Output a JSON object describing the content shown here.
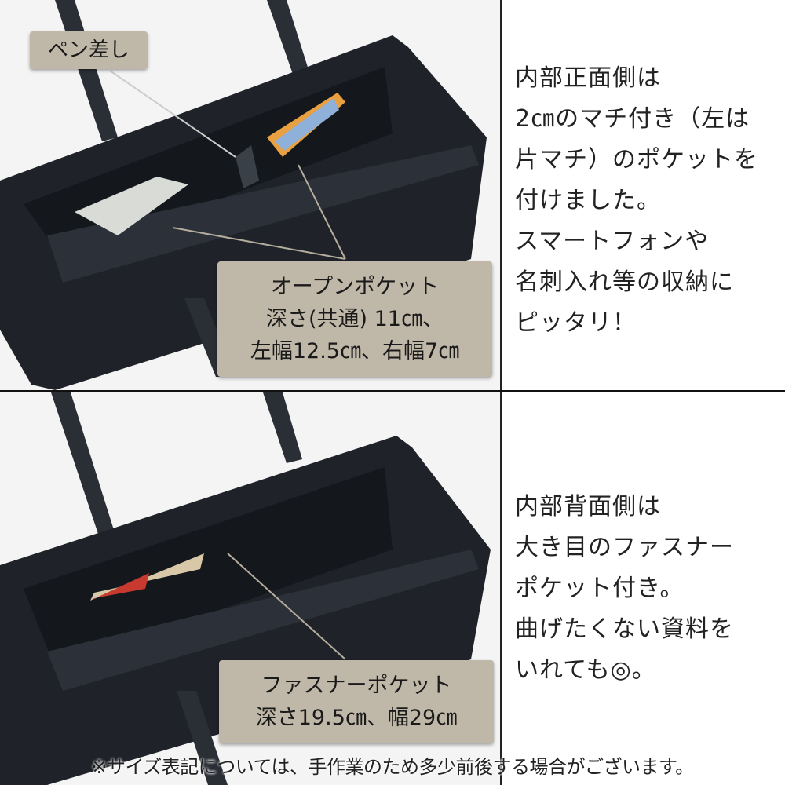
{
  "top": {
    "pen_label": "ペン差し",
    "pocket_label": [
      "オープンポケット",
      "深さ(共通) 11㎝、",
      "左幅12.5㎝、右幅7㎝"
    ],
    "description": [
      "内部正面側は",
      "2㎝のマチ付き（左は",
      "片マチ）のポケットを",
      "付けました。",
      "スマートフォンや",
      "名刺入れ等の収納に",
      "ピッタリ！"
    ]
  },
  "bottom": {
    "pocket_label": [
      "ファスナーポケット",
      "深さ19.5㎝、幅29㎝"
    ],
    "description": [
      "内部背面側は",
      "大き目のファスナー",
      "ポケット付き。",
      "曲げたくない資料を",
      "いれても◎。"
    ]
  },
  "footer": "※サイズ表記については、手作業のため多少前後する場合がございます。",
  "colors": {
    "label_bg": "#bfb7a7",
    "bag": "#1f2329",
    "divider": "#111111"
  }
}
